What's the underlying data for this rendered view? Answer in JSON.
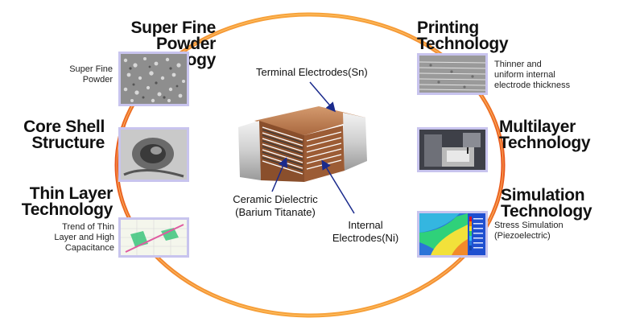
{
  "center": {
    "terminal": "Terminal Electrodes(Sn)",
    "ceramic_line1": "Ceramic Dielectric",
    "ceramic_line2": "(Barium Titanate)",
    "internal_line1": "Internal",
    "internal_line2": "Electrodes(Ni)"
  },
  "left": {
    "powder": {
      "title_line1": "Super Fine Powder",
      "title_line2": "Technology",
      "caption_line1": "Super Fine",
      "caption_line2": "Powder"
    },
    "core": {
      "title_line1": "Core Shell",
      "title_line2": "Structure"
    },
    "thin": {
      "title_line1": "Thin Layer",
      "title_line2": "Technology",
      "caption_line1": "Trend of Thin",
      "caption_line2": "Layer and High",
      "caption_line3": "Capacitance"
    }
  },
  "right": {
    "printing": {
      "title_line1": "Printing",
      "title_line2": "Technology",
      "caption_line1": "Thinner and",
      "caption_line2": "uniform internal",
      "caption_line3": "electrode thickness"
    },
    "multilayer": {
      "title_line1": "Multilayer",
      "title_line2": "Technology"
    },
    "simulation": {
      "title_line1": "Simulation",
      "title_line2": "Technology",
      "caption_line1": "Stress Simulation",
      "caption_line2": "(Piezoelectric)"
    }
  },
  "colors": {
    "ring": "#e8541c",
    "ring_inner": "#f7b03a",
    "thumb_border": "#c8c4ee",
    "arrow": "#1a2a8c",
    "dielectric": "#a9683f"
  }
}
